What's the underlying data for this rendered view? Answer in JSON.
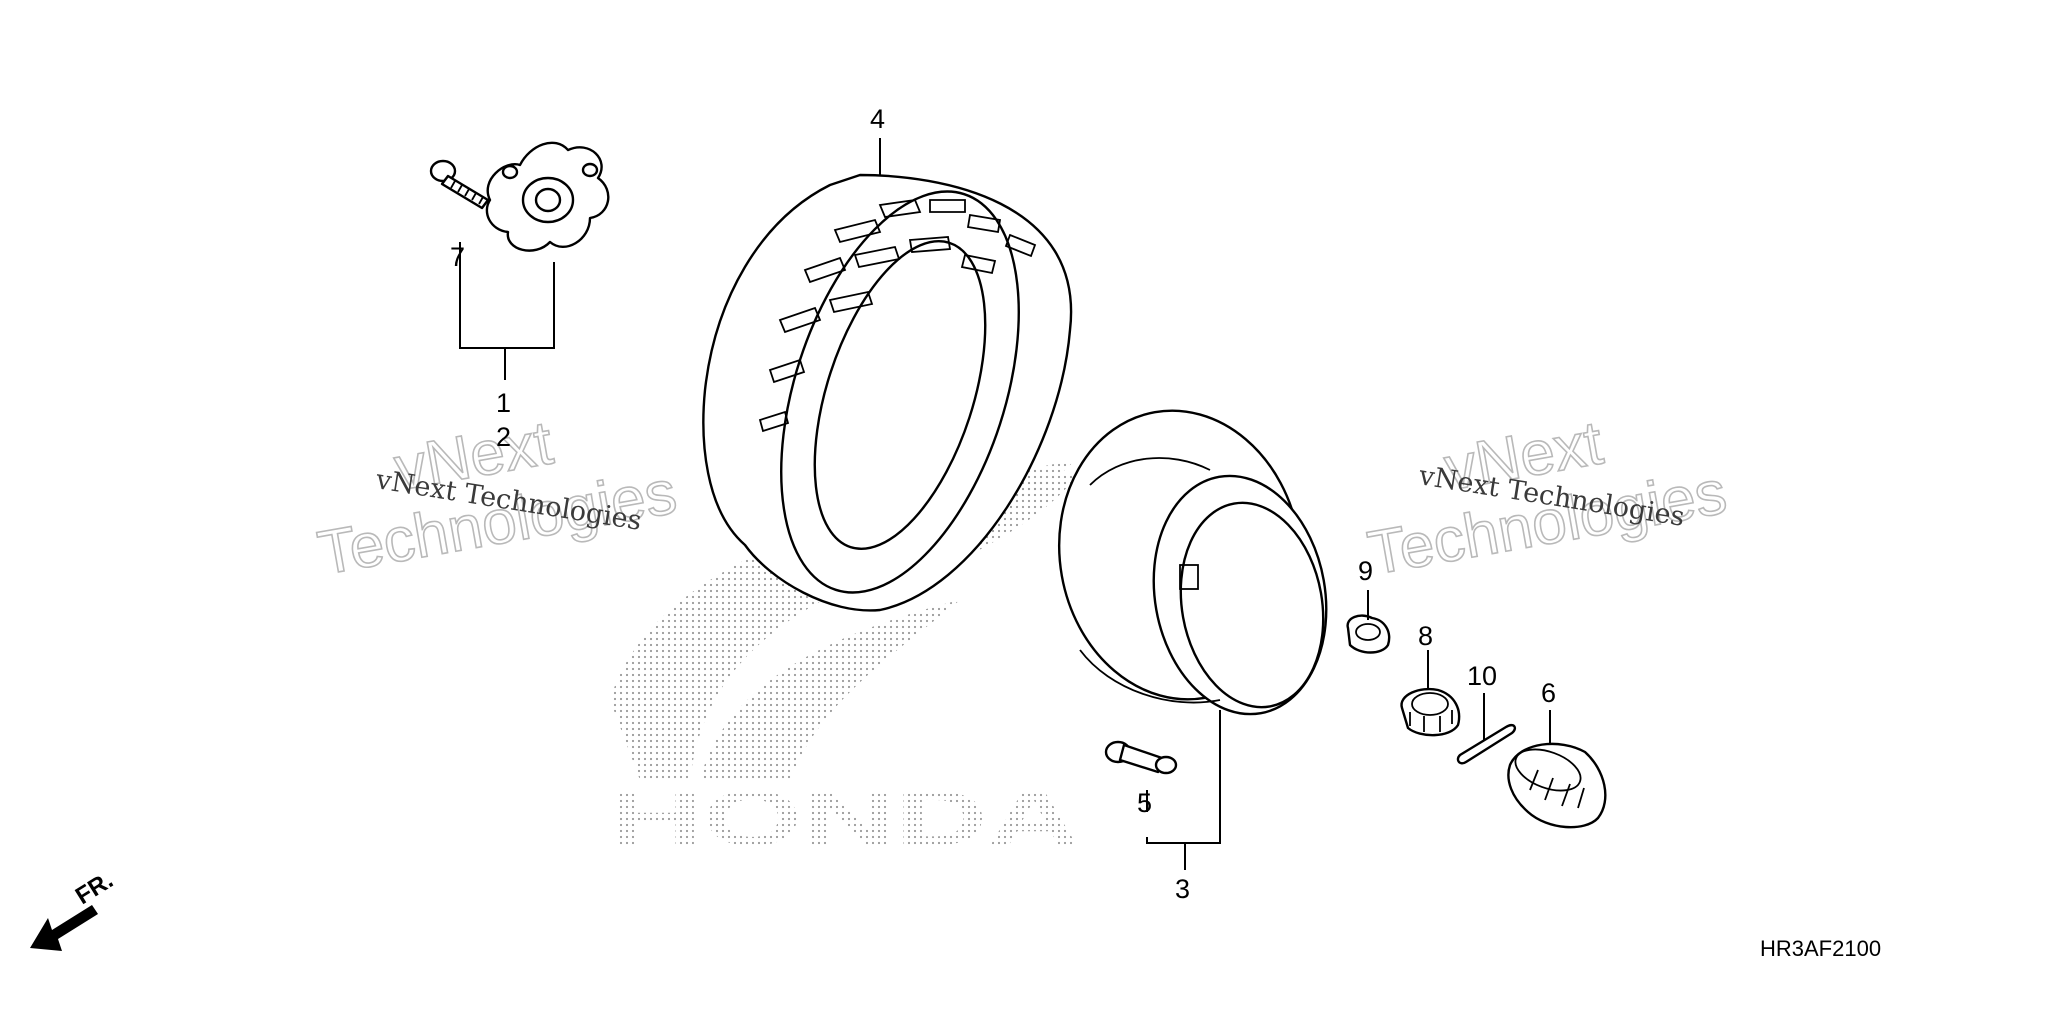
{
  "diagram": {
    "callouts": {
      "c1": "1",
      "c2": "2",
      "c3": "3",
      "c4": "4",
      "c5": "5",
      "c6": "6",
      "c7": "7",
      "c8": "8",
      "c9": "9",
      "c10": "10"
    },
    "direction_label": "FR.",
    "diagram_code": "HR3AF2100",
    "logo_text": "HONDA"
  },
  "watermarks": [
    {
      "big_line1": "vNext",
      "big_line2": "Technologies",
      "small": "vNext Technologies"
    },
    {
      "big_line1": "vNext",
      "big_line2": "Technologies",
      "small": "vNext Technologies"
    }
  ],
  "colors": {
    "line": "#000000",
    "watermark_outline": "#b9b9b9",
    "logo_dots": "#9a9a9a"
  }
}
